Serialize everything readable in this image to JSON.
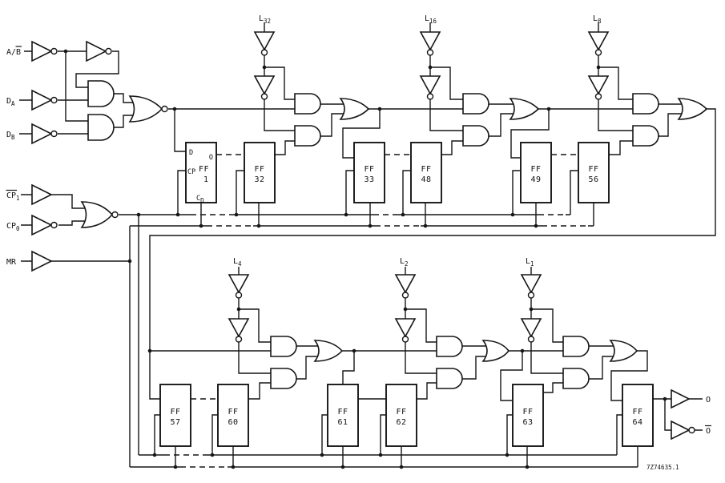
{
  "diagram": {
    "background": "#ffffff",
    "line_color": "#161616",
    "part_number": "7Z74635.1",
    "inputs": [
      {
        "id": "a-nb",
        "label": "A/B",
        "overline_over": "B"
      },
      {
        "id": "da",
        "label": "D",
        "sub": "A"
      },
      {
        "id": "db",
        "label": "D",
        "sub": "B"
      },
      {
        "id": "cp1",
        "label": "CP",
        "sub": "1",
        "overline_over": "CP"
      },
      {
        "id": "cp0",
        "label": "CP",
        "sub": "0"
      },
      {
        "id": "mr",
        "label": "MR"
      }
    ],
    "load_inputs": [
      {
        "label": "L",
        "sub": "32"
      },
      {
        "label": "L",
        "sub": "16"
      },
      {
        "label": "L",
        "sub": "8"
      },
      {
        "label": "L",
        "sub": "4"
      },
      {
        "label": "L",
        "sub": "2"
      },
      {
        "label": "L",
        "sub": "1"
      }
    ],
    "flipflops": [
      {
        "name": "FF",
        "number": "1",
        "pins": {
          "d": "D",
          "o": "O",
          "cp": "CP",
          "cd": "C",
          "cd_sub": "D"
        }
      },
      {
        "name": "FF",
        "number": "32"
      },
      {
        "name": "FF",
        "number": "33"
      },
      {
        "name": "FF",
        "number": "48"
      },
      {
        "name": "FF",
        "number": "49"
      },
      {
        "name": "FF",
        "number": "56"
      },
      {
        "name": "FF",
        "number": "57"
      },
      {
        "name": "FF",
        "number": "60"
      },
      {
        "name": "FF",
        "number": "61"
      },
      {
        "name": "FF",
        "number": "62"
      },
      {
        "name": "FF",
        "number": "63"
      },
      {
        "name": "FF",
        "number": "64"
      }
    ],
    "outputs": [
      {
        "label": "O"
      },
      {
        "label": "O",
        "overline_over": "O"
      }
    ]
  }
}
